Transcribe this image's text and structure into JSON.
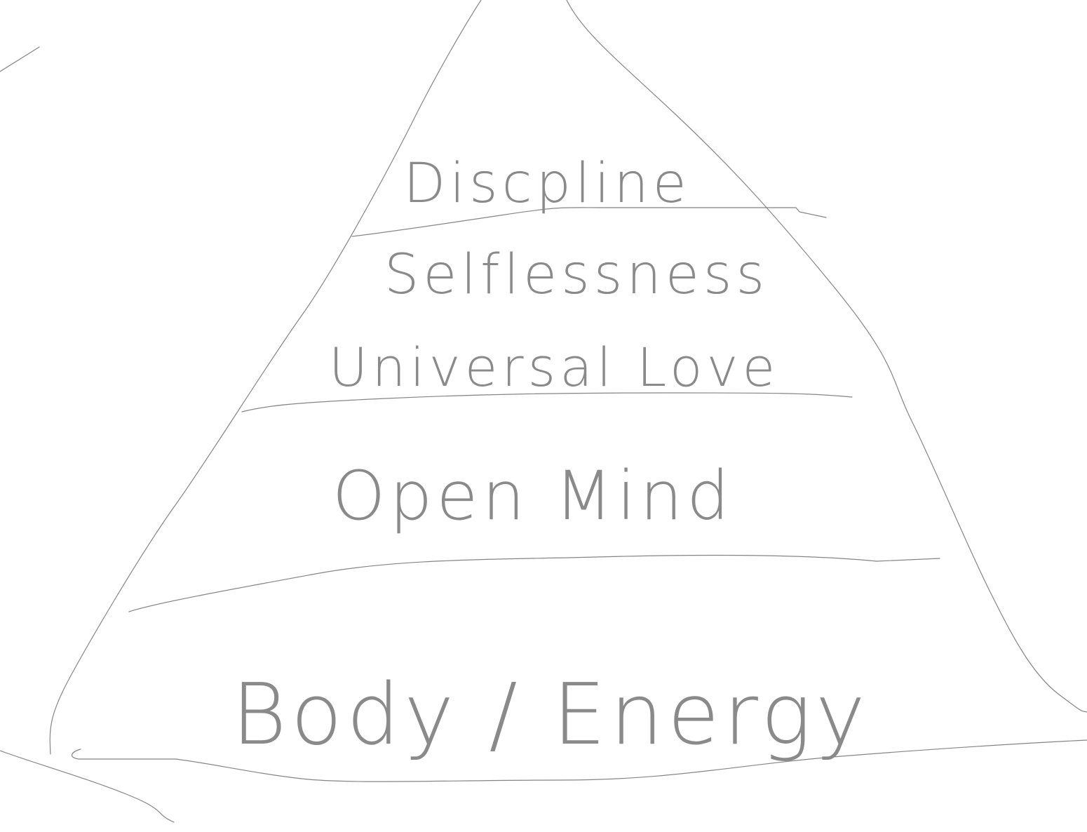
{
  "diagram": {
    "type": "hand-drawn pyramid",
    "stroke_color": "#858585",
    "levels": [
      {
        "label": "Discpline"
      },
      {
        "label": "Selflessness"
      },
      {
        "label": "Universal Love"
      },
      {
        "label": "Open Mind"
      },
      {
        "label": "Body / Energy"
      }
    ]
  }
}
